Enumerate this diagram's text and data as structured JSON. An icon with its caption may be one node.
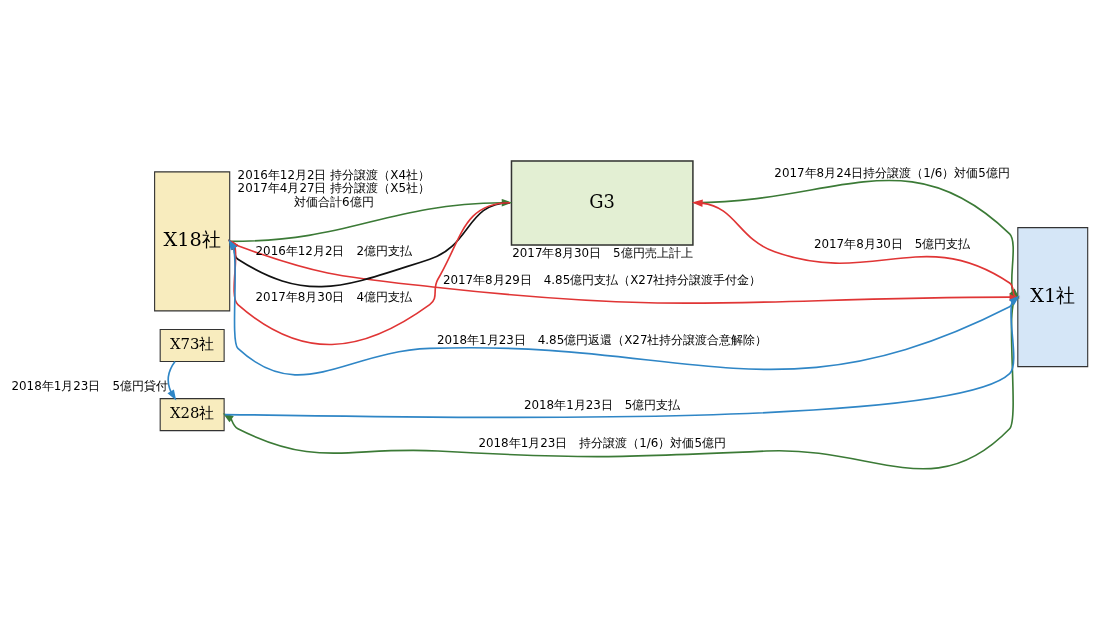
{
  "diagram": {
    "nodes": [
      {
        "text": [
          "X18社"
        ]
      },
      {
        "text": [
          "G3"
        ],
        "beside": [
          "2017年8月30日　5億円売上計上"
        ]
      },
      {
        "text": [
          "X1社"
        ]
      },
      {
        "text": [
          "X28社"
        ]
      },
      {
        "text": [
          "X73社"
        ]
      }
    ],
    "edges": [
      {
        "from": 0,
        "to": 2,
        "arrow": "to",
        "label": "2017年8月29日　4.85億円支払（X27社持分譲渡手付金）",
        "color": "#e03535"
      },
      {
        "from": 2,
        "to": 0,
        "arrow": "to",
        "label": "2018年1月23日　4.85億円返還（X27社持分譲渡合意解除）",
        "color": "#2f86c6"
      },
      {
        "from": 0,
        "to": 1,
        "arrow": "to",
        "label": "2016年12月2日 持分譲渡（X4社）2017年4月27日 持分譲渡（X5社）対価合計6億円",
        "color": "#3b7a36"
      },
      {
        "from": 1,
        "to": 2,
        "arrow": "to",
        "label": "2017年8月24日持分譲渡（1/6）対価5億円",
        "color": "#3b7a36"
      },
      {
        "from": 1,
        "to": 0,
        "arrow": "to",
        "label": "2016年12月2日　2億円支払",
        "color": "#111111"
      },
      {
        "from": 1,
        "to": 0,
        "arrow": "to",
        "label": "2017年8月30日　4億円支払",
        "color": "#e03535"
      },
      {
        "from": 2,
        "to": 1,
        "arrow": "to",
        "label": "2017年8月30日　5億円支払",
        "color": "#e03535"
      },
      {
        "from": 2,
        "to": 3,
        "arrow": "to",
        "label": "2018年1月23日　持分譲渡（1/6）対価5億円",
        "color": "#3b7a36"
      },
      {
        "from": 3,
        "to": 2,
        "arrow": "to",
        "label": "2018年1月23日　5億円支払",
        "color": "#2f86c6"
      },
      {
        "from": 4,
        "to": 3,
        "arrow": "to",
        "label": "2018年1月23日　5億円貸付",
        "color": "#2f86c6"
      }
    ]
  }
}
